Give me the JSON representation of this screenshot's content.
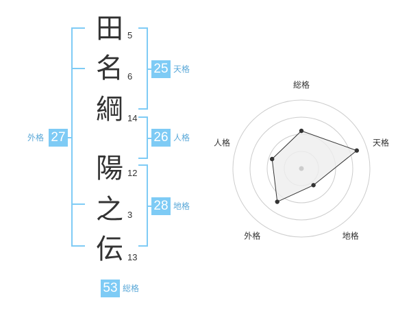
{
  "name_chars": [
    {
      "char": "田",
      "strokes": "5"
    },
    {
      "char": "名",
      "strokes": "6"
    },
    {
      "char": "綱",
      "strokes": "14"
    },
    {
      "char": "陽",
      "strokes": "12"
    },
    {
      "char": "之",
      "strokes": "3"
    },
    {
      "char": "伝",
      "strokes": "13"
    }
  ],
  "fortunes": {
    "tenkaku": {
      "value": "25",
      "label": "天格"
    },
    "jinkaku": {
      "value": "26",
      "label": "人格"
    },
    "chikaku": {
      "value": "28",
      "label": "地格"
    },
    "gaikaku": {
      "value": "27",
      "label": "外格"
    },
    "soukaku": {
      "value": "53",
      "label": "総格"
    }
  },
  "colors": {
    "accent": "#7ecbf5",
    "accent_text": "#5aa8d8",
    "polygon_fill": "#eeeeee"
  },
  "chart_data": {
    "type": "radar",
    "axes": [
      "総格",
      "天格",
      "地格",
      "外格",
      "人格"
    ],
    "values": [
      0.55,
      0.85,
      0.3,
      0.6,
      0.45
    ],
    "scale_max": 1,
    "rings": 4
  }
}
